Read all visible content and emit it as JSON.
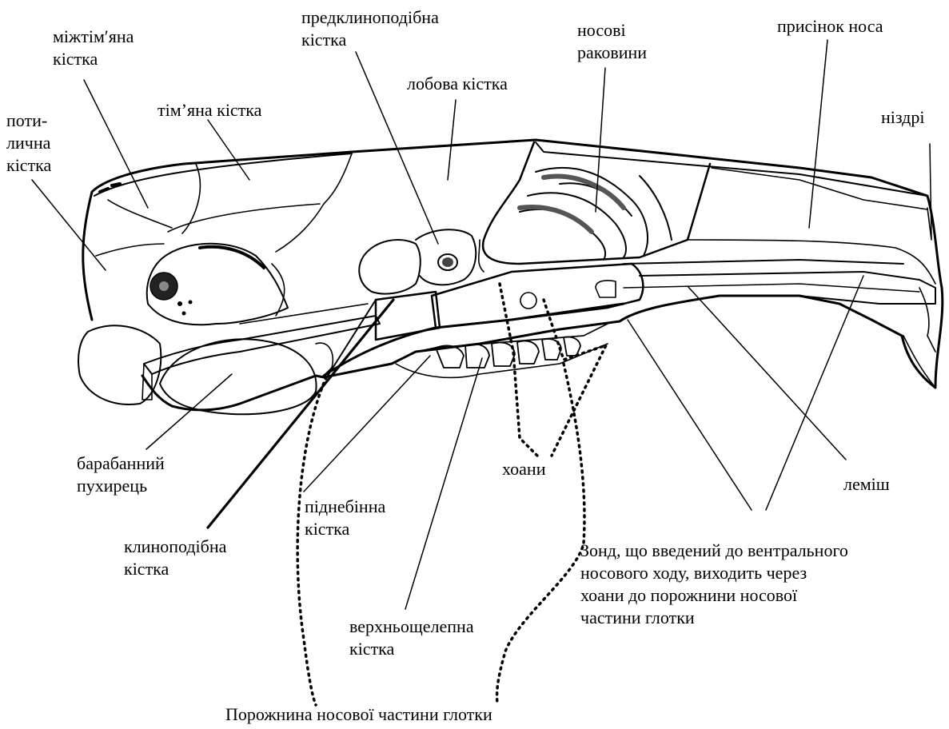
{
  "labels": {
    "interparietal": [
      "міжтім′яна",
      "кістка"
    ],
    "presphenoid": [
      "предклиноподібна",
      "кістка"
    ],
    "nasal_conchae": [
      "носові",
      "раковини"
    ],
    "nasal_vestibule": [
      "присінок носа"
    ],
    "occipital": [
      "поти-",
      "лична",
      "кістка"
    ],
    "parietal": [
      "тім’яна кістка"
    ],
    "frontal": [
      "лобова кістка"
    ],
    "nostrils": [
      "ніздрі"
    ],
    "tympanic_bulla": [
      "барабанний",
      "пухирець"
    ],
    "choanae": [
      "хоани"
    ],
    "vomer": [
      "леміш"
    ],
    "palatine": [
      "піднебінна",
      "кістка"
    ],
    "sphenoid": [
      "клиноподібна",
      "кістка"
    ],
    "probe_note": [
      "Зонд, що введений до вентрального",
      "носового ходу, виходить через",
      "хоани до порожнини носової",
      "частини глотки"
    ],
    "maxilla": [
      "верхньощелепна",
      "кістка"
    ],
    "pharynx": [
      "Порожнина носової частини глотки"
    ]
  },
  "colors": {
    "ink": "#000000",
    "background": "#ffffff"
  }
}
